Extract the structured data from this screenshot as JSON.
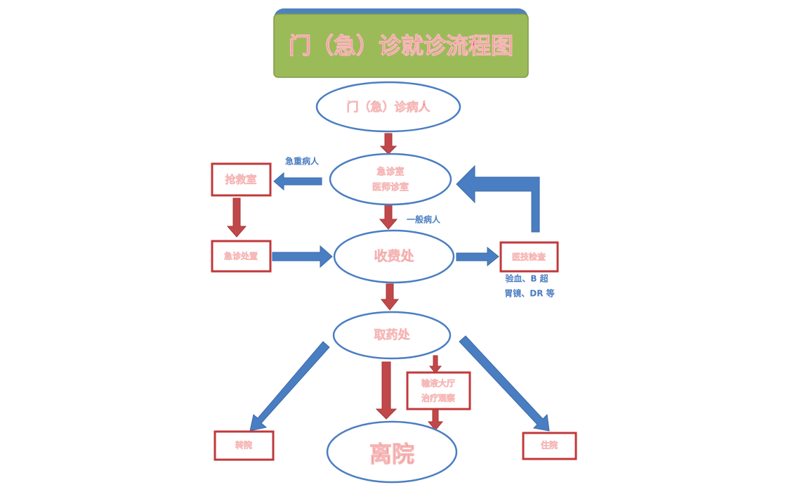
{
  "title": "门（急）诊就诊流程图",
  "nodes": {
    "patient": "门（急）诊病人",
    "emergency_room_1": "急诊室",
    "emergency_room_2": "医师诊室",
    "rescue_room": "抢救室",
    "emergency_treatment": "急诊处置",
    "cashier": "收费处",
    "medical_tech": "医技检查",
    "pharmacy": "取药处",
    "infusion_1": "输液大厅",
    "infusion_2": "治疗观察",
    "discharge": "离院",
    "transfer": "转院",
    "hospitalize": "住院"
  },
  "notes": {
    "critical": "急重病人",
    "general": "一般病人",
    "tests_1": "验血、B 超",
    "tests_2": "胃镜、DR 等"
  },
  "colors": {
    "title_bg": "#9bbb59",
    "title_back": "#4f81bd",
    "node_text": "#e23b3b",
    "ellipse_stroke": "#4a7ec2",
    "box_stroke": "#c0393b",
    "blue_arrow": "#4a7ec2",
    "red_arrow": "#c0484a"
  }
}
